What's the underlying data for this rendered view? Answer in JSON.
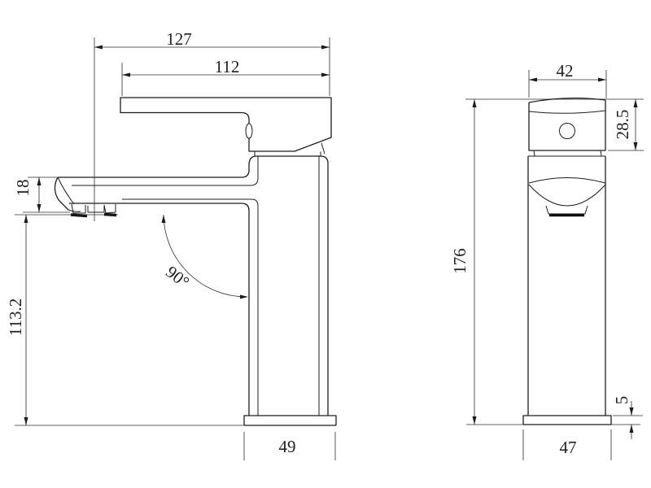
{
  "drawing": {
    "subject": "basin-mixer-faucet-dimension-drawing",
    "background_color": "#ffffff",
    "line_color": "#1c1c1c",
    "units": "mm"
  },
  "side_view": {
    "dimensions": {
      "total_reach": "127",
      "spout_reach": "112",
      "spout_tip_height": "18",
      "outlet_height": "113.2",
      "handle_swing_angle": "90°",
      "base_width": "49"
    }
  },
  "front_view": {
    "dimensions": {
      "handle_width": "42",
      "handle_height": "28.5",
      "total_height": "176",
      "base_thickness": "5",
      "base_width": "47"
    }
  }
}
